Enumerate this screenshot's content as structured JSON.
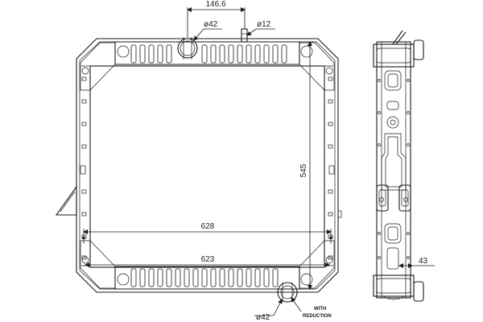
{
  "dimensions": {
    "pipe_offset": "146.6",
    "inlet_diameter": "ø42",
    "vent_diameter": "ø12",
    "height": "545",
    "width_outer": "628",
    "width_inner": "623",
    "outlet_diameter": "ø42",
    "side_depth": "43"
  },
  "notes": {
    "outlet_note_line1": "WITH",
    "outlet_note_line2": "REDUCTION"
  },
  "colors": {
    "line": "#1a1a1a",
    "background": "#ffffff"
  }
}
